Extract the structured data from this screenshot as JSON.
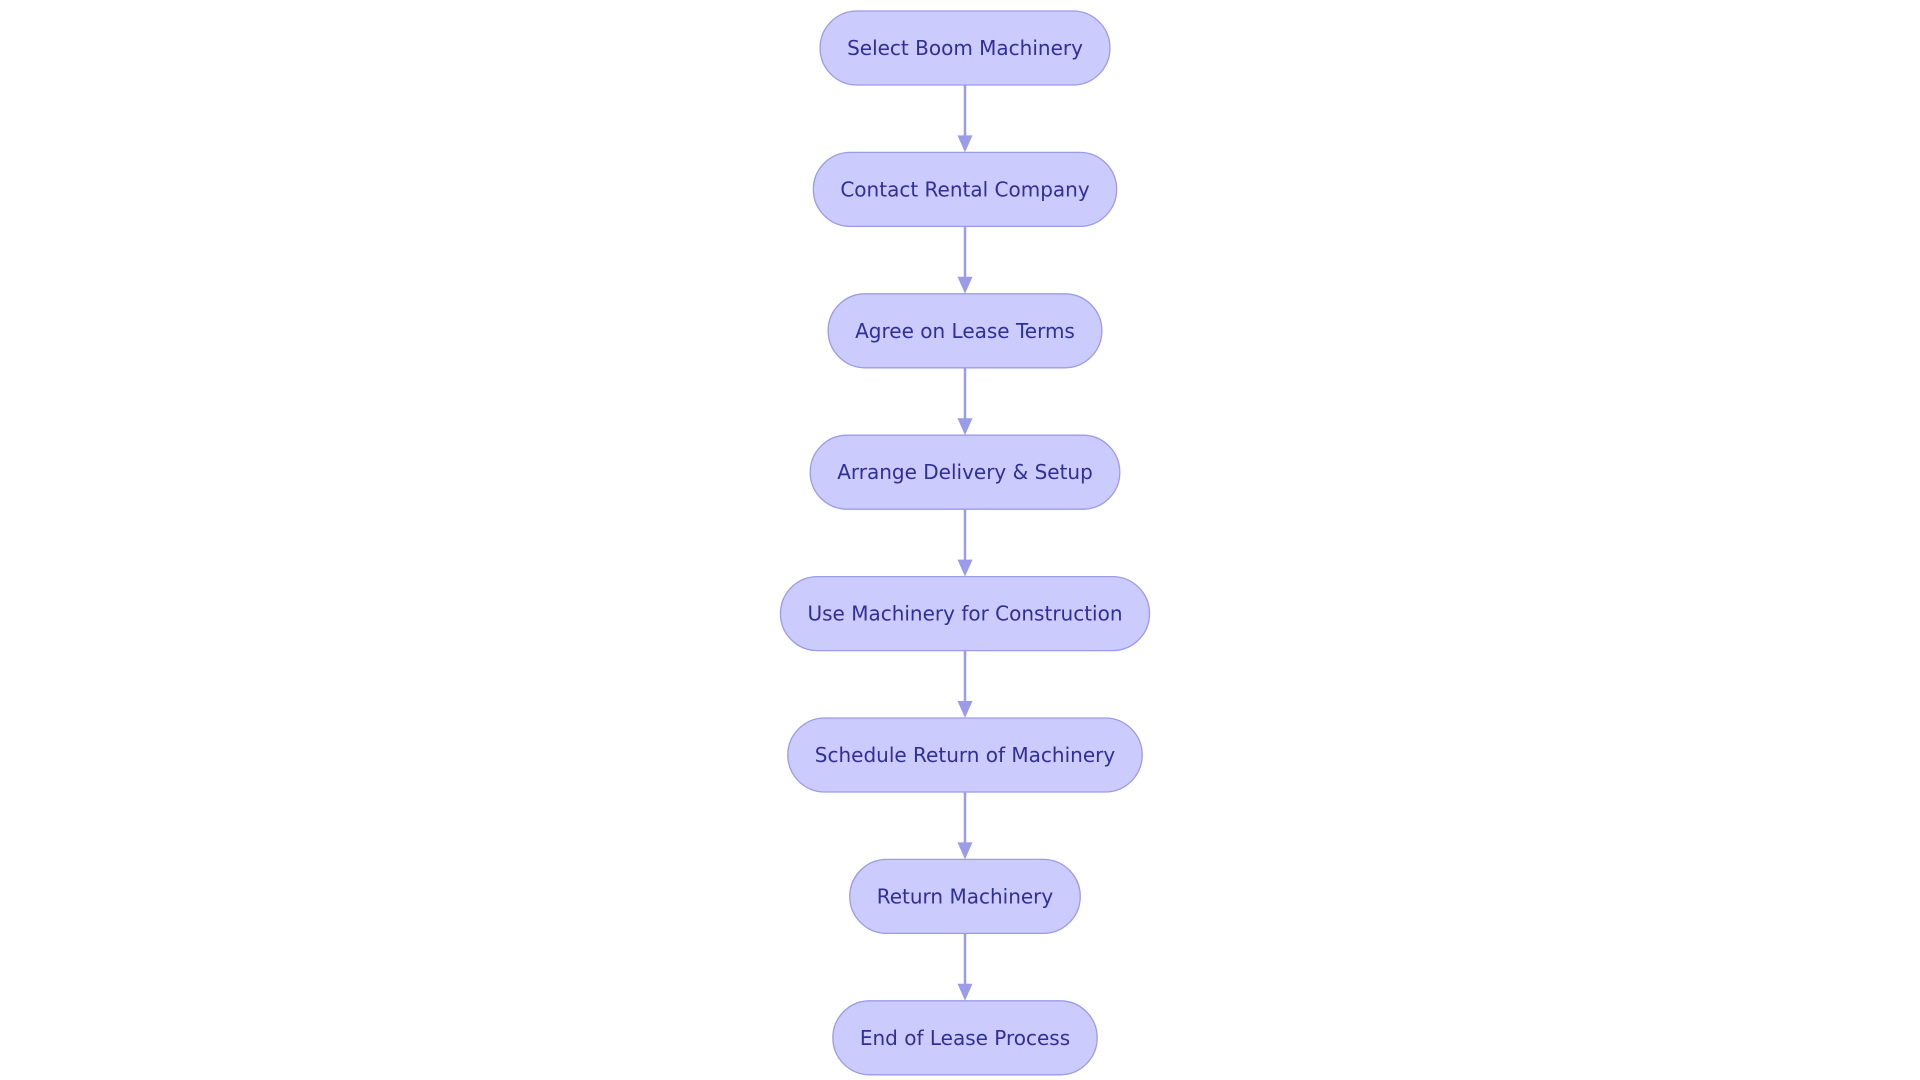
{
  "diagram": {
    "type": "flowchart",
    "direction": "top-to-bottom",
    "node_shape": "stadium",
    "colors": {
      "node_fill": "#cbcbfd",
      "node_stroke": "#9b9bea",
      "node_text": "#2f2f9a",
      "edge": "#9b9bea",
      "background": "#ffffff"
    },
    "nodes": [
      {
        "id": "n1",
        "label": "Select Boom Machinery"
      },
      {
        "id": "n2",
        "label": "Contact Rental Company"
      },
      {
        "id": "n3",
        "label": "Agree on Lease Terms"
      },
      {
        "id": "n4",
        "label": "Arrange Delivery & Setup"
      },
      {
        "id": "n5",
        "label": "Use Machinery for Construction"
      },
      {
        "id": "n6",
        "label": "Schedule Return of Machinery"
      },
      {
        "id": "n7",
        "label": "Return Machinery"
      },
      {
        "id": "n8",
        "label": "End of Lease Process"
      }
    ],
    "edges": [
      {
        "from": "n1",
        "to": "n2"
      },
      {
        "from": "n2",
        "to": "n3"
      },
      {
        "from": "n3",
        "to": "n4"
      },
      {
        "from": "n4",
        "to": "n5"
      },
      {
        "from": "n5",
        "to": "n6"
      },
      {
        "from": "n6",
        "to": "n7"
      },
      {
        "from": "n7",
        "to": "n8"
      }
    ]
  }
}
